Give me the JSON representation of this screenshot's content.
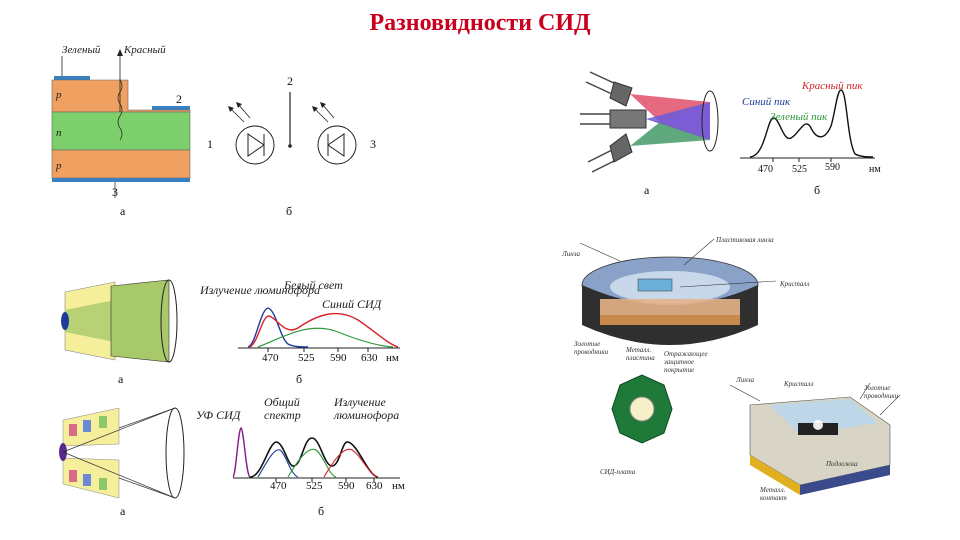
{
  "title": "Разновидности СИД",
  "diag1": {
    "label_green": "Зеленый",
    "label_red": "Красный",
    "layer_p_top": "p",
    "layer_n": "n",
    "layer_p_bottom": "p",
    "num_2": "2",
    "num_3": "3",
    "cap_a": "а"
  },
  "diag2": {
    "num_1": "1",
    "num_2": "2",
    "num_3": "3",
    "cap_b": "б"
  },
  "diag3": {
    "cap_a": "а",
    "cap_b": "б",
    "label_red_peak": "Красный пик",
    "label_blue_peak": "Синий пик",
    "label_green_peak": "Зеленый пик",
    "ticks": [
      "470",
      "525",
      "590",
      "нм"
    ]
  },
  "diag4": {
    "cap_a": "а",
    "cap_b": "б",
    "label_phosphor": "Излучение люминофора",
    "label_white": "Белый свет",
    "label_blue_led": "Синий СИД",
    "ticks": [
      "470",
      "525",
      "590",
      "630",
      "нм"
    ]
  },
  "diag5": {
    "cap_a": "а",
    "cap_b": "б",
    "label_uv": "УФ СИД",
    "label_total": "Общий спектр",
    "label_phosphor": "Излучение люминофора",
    "ticks": [
      "470",
      "525",
      "590",
      "630",
      "нм"
    ]
  },
  "diag6": {
    "callouts_top": [
      "Линза",
      "Пластиковая линза",
      "Кристалл"
    ],
    "callouts_mid": [
      "Золотые проводники",
      "Металл. пластина",
      "Отражающее защитное покрытие"
    ],
    "callouts_bottom": [
      "СИД-платa",
      "Линза",
      "Кристалл",
      "Подложка",
      "Золотые проводники",
      "Металл. контакт"
    ]
  },
  "colors": {
    "title": "#c8001e",
    "p_layer": "#f0a060",
    "n_layer": "#7ccf6a",
    "contact": "#3a7fc0",
    "red_curve": "#d8232a",
    "blue_curve": "#1e3a9c",
    "green_curve": "#2e9a3a"
  }
}
